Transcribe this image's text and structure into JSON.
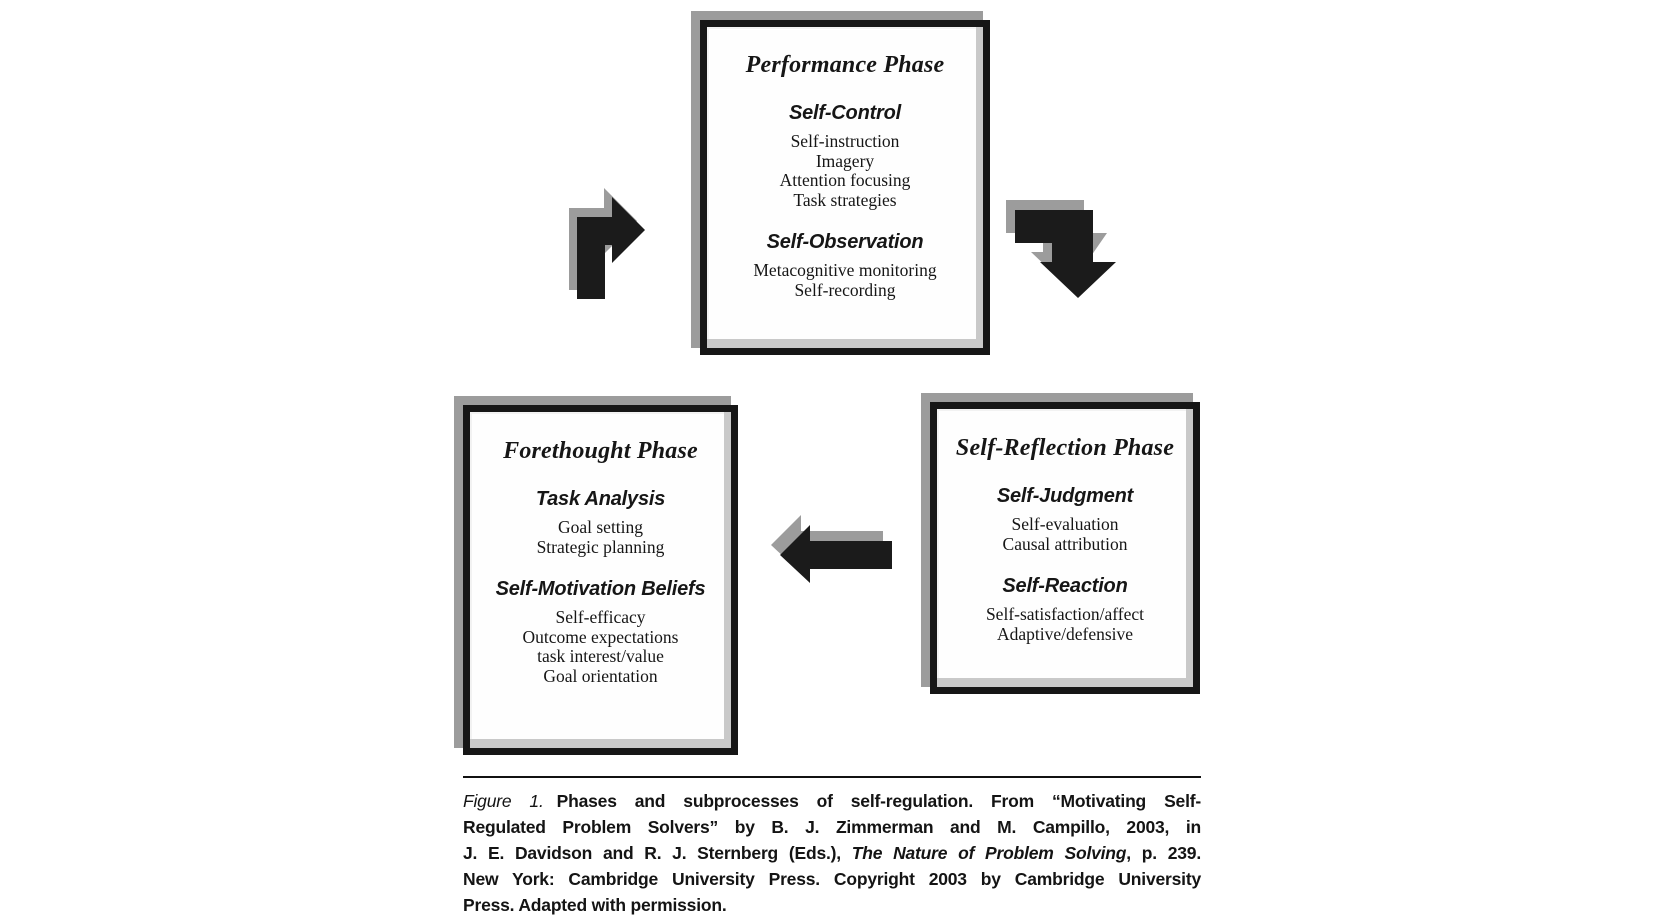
{
  "figure": {
    "boxes": {
      "performance": {
        "title": "Performance Phase",
        "sections": [
          {
            "heading": "Self-Control",
            "items": [
              "Self-instruction",
              "Imagery",
              "Attention focusing",
              "Task strategies"
            ]
          },
          {
            "heading": "Self-Observation",
            "items": [
              "Metacognitive monitoring",
              "Self-recording"
            ]
          }
        ]
      },
      "forethought": {
        "title": "Forethought Phase",
        "sections": [
          {
            "heading": "Task Analysis",
            "items": [
              "Goal setting",
              "Strategic planning"
            ]
          },
          {
            "heading": "Self-Motivation Beliefs",
            "items": [
              "Self-efficacy",
              "Outcome expectations",
              "task interest/value",
              "Goal orientation"
            ]
          }
        ]
      },
      "reflection": {
        "title": "Self-Reflection Phase",
        "sections": [
          {
            "heading": "Self-Judgment",
            "items": [
              "Self-evaluation",
              "Causal attribution"
            ]
          },
          {
            "heading": "Self-Reaction",
            "items": [
              "Self-satisfaction/affect",
              "Adaptive/defensive"
            ]
          }
        ]
      }
    },
    "arrows": {
      "forethought_to_performance": "elbow-up-right-arrow",
      "performance_to_reflection": "elbow-down-right-arrow",
      "reflection_to_forethought": "straight-left-arrow"
    },
    "colors": {
      "arrow_black": "#1b1b1b",
      "shadow_gray": "#9c9c9c",
      "border_black": "#161616",
      "bevel_gray": "#c9c9c9"
    },
    "caption": {
      "line1_label": "Figure 1.",
      "line1_rest": "Phases and subprocesses of self-regulation. From “Motivating Self-",
      "line2": "Regulated Problem Solvers” by B. J. Zimmerman and M. Campillo, 2003, in",
      "line3_pre": "J. E. Davidson and R. J. Sternberg (Eds.), ",
      "line3_italic": "The Nature of Problem Solving",
      "line3_post": ", p. 239.",
      "line4": "New York: Cambridge University Press. Copyright 2003 by Cambridge University",
      "line5": "Press. Adapted with permission."
    }
  }
}
